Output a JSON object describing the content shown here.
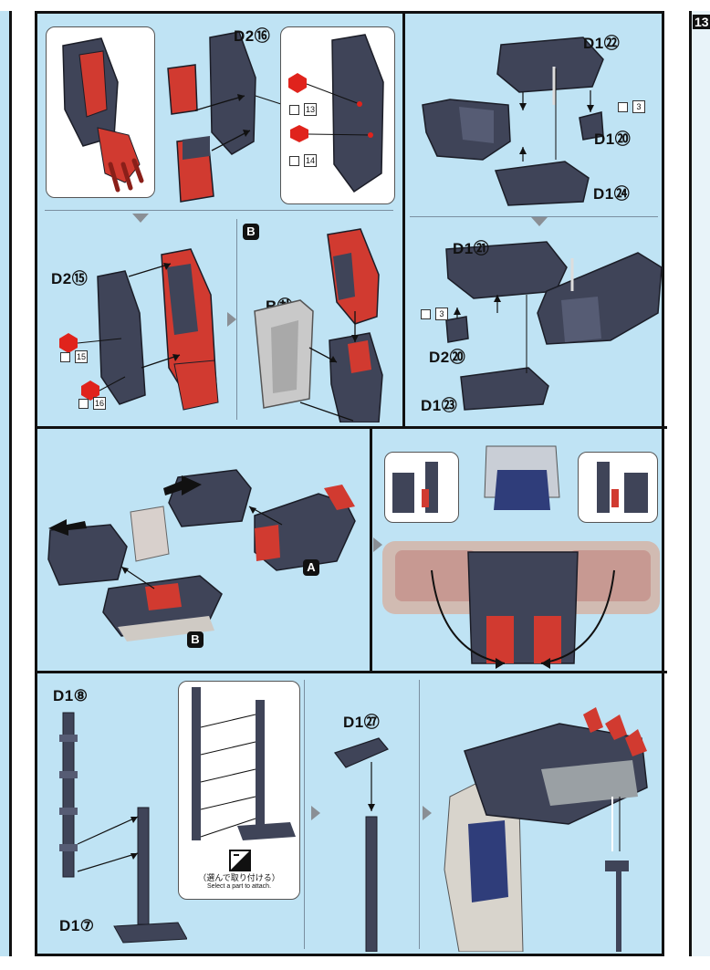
{
  "colors": {
    "background": "#bfe3f4",
    "armor_dark": "#3f4458",
    "armor_red": "#d13a30",
    "frame_gray": "#b8b8b8",
    "seal_red": "#e0231c"
  },
  "sections": {
    "top_left": {
      "part_a": "D2⑯",
      "part_b": "D2⑮",
      "marker": "B",
      "part_c": "B㉷",
      "seals": [
        "13",
        "14",
        "15",
        "16"
      ]
    },
    "top_right": {
      "part_1": "D1㉒",
      "part_2": "D1⑳",
      "part_3": "D1㉔",
      "part_4": "D1㉑",
      "part_5": "D2⑳",
      "part_6": "D1㉓",
      "seals": [
        "3",
        "3"
      ]
    },
    "middle": {
      "marker_a": "A",
      "marker_b": "B"
    },
    "bottom": {
      "part_1": "D1⑧",
      "part_2": "D1⑦",
      "part_3": "D1㉗",
      "attach_jp": "（選んで取り付ける）",
      "attach_en": "Select a part to attach."
    }
  },
  "edge_tab": "13"
}
